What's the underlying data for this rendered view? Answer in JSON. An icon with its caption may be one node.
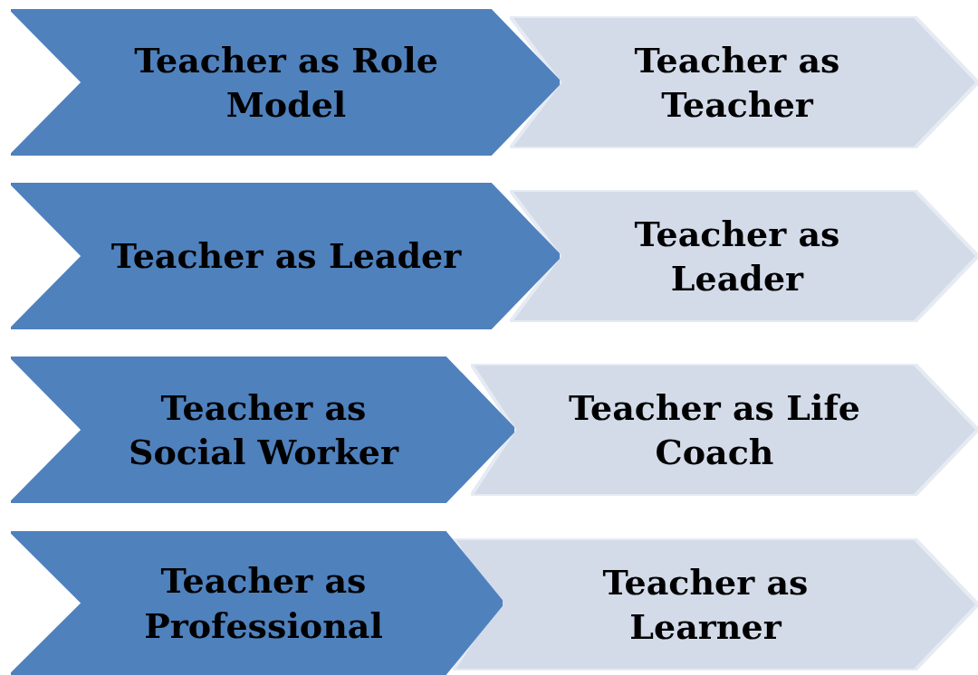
{
  "diagram": {
    "nodes": [
      {
        "text": [
          "Teacher as Role Model"
        ]
      },
      {
        "text": [
          "Teacher as Teacher"
        ]
      },
      {
        "text": [
          "Teacher as Leader"
        ]
      },
      {
        "text": [
          "Teacher as Leader"
        ]
      },
      {
        "text": [
          "Teacher as Social Worker"
        ]
      },
      {
        "text": [
          "Teacher as Life Coach"
        ]
      },
      {
        "text": [
          "Teacher as Professional"
        ]
      },
      {
        "text": [
          "Teacher as Learner"
        ]
      }
    ]
  }
}
